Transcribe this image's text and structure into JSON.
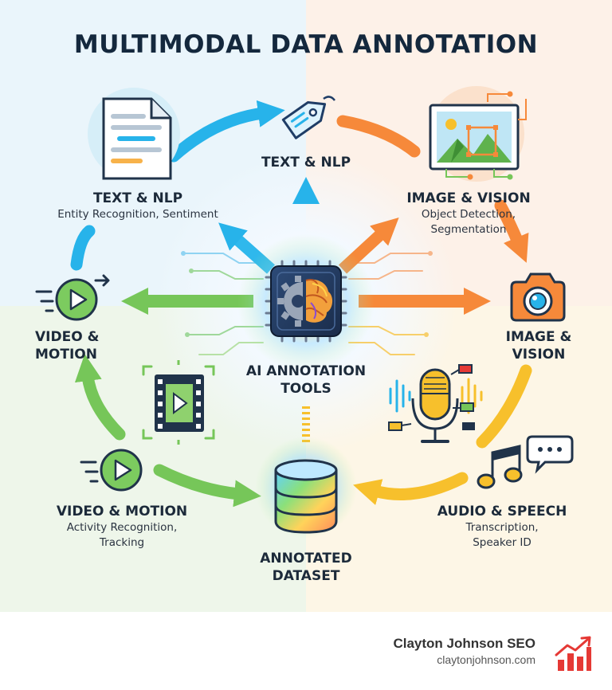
{
  "title": "MULTIMODAL DATA ANNOTATION",
  "hub": {
    "title": "AI ANNOTATION TOOLS"
  },
  "dataset": {
    "title": "ANNOTATED DATASET"
  },
  "nodes": {
    "text_top": {
      "title": "TEXT & NLP"
    },
    "text_left": {
      "title": "TEXT & NLP",
      "subtitle": "Entity Recognition, Sentiment"
    },
    "image_top": {
      "title": "IMAGE & VISION",
      "subtitle_1": "Object Detection,",
      "subtitle_2": "Segmentation"
    },
    "image_right": {
      "title_1": "IMAGE &",
      "title_2": "VISION"
    },
    "video_left": {
      "title_1": "VIDEO &",
      "title_2": "MOTION"
    },
    "video_bottom": {
      "title": "VIDEO & MOTION",
      "subtitle_1": "Activity Recognition,",
      "subtitle_2": "Tracking"
    },
    "audio": {
      "title": "AUDIO & SPEECH",
      "subtitle_1": "Transcription,",
      "subtitle_2": "Speaker ID"
    }
  },
  "hub_title_1": "AI ANNOTATION",
  "hub_title_2": "TOOLS",
  "dataset_title_1": "ANNOTATED",
  "dataset_title_2": "DATASET",
  "footer": {
    "brand": "Clayton Johnson SEO",
    "url": "claytonjohnson.com"
  },
  "colors": {
    "blue": "#27b3ea",
    "orange": "#f6893a",
    "green": "#76c659",
    "yellow": "#f7c02c",
    "navy": "#14283d",
    "red": "#e53935"
  },
  "icons": [
    "document-icon",
    "tag-icon",
    "image-frame-icon",
    "camera-icon",
    "play-circle-icon",
    "film-strip-icon",
    "microphone-icon",
    "music-note-icon",
    "chat-bubble-icon",
    "chip-brain-icon",
    "database-icon",
    "growth-chart-icon"
  ]
}
